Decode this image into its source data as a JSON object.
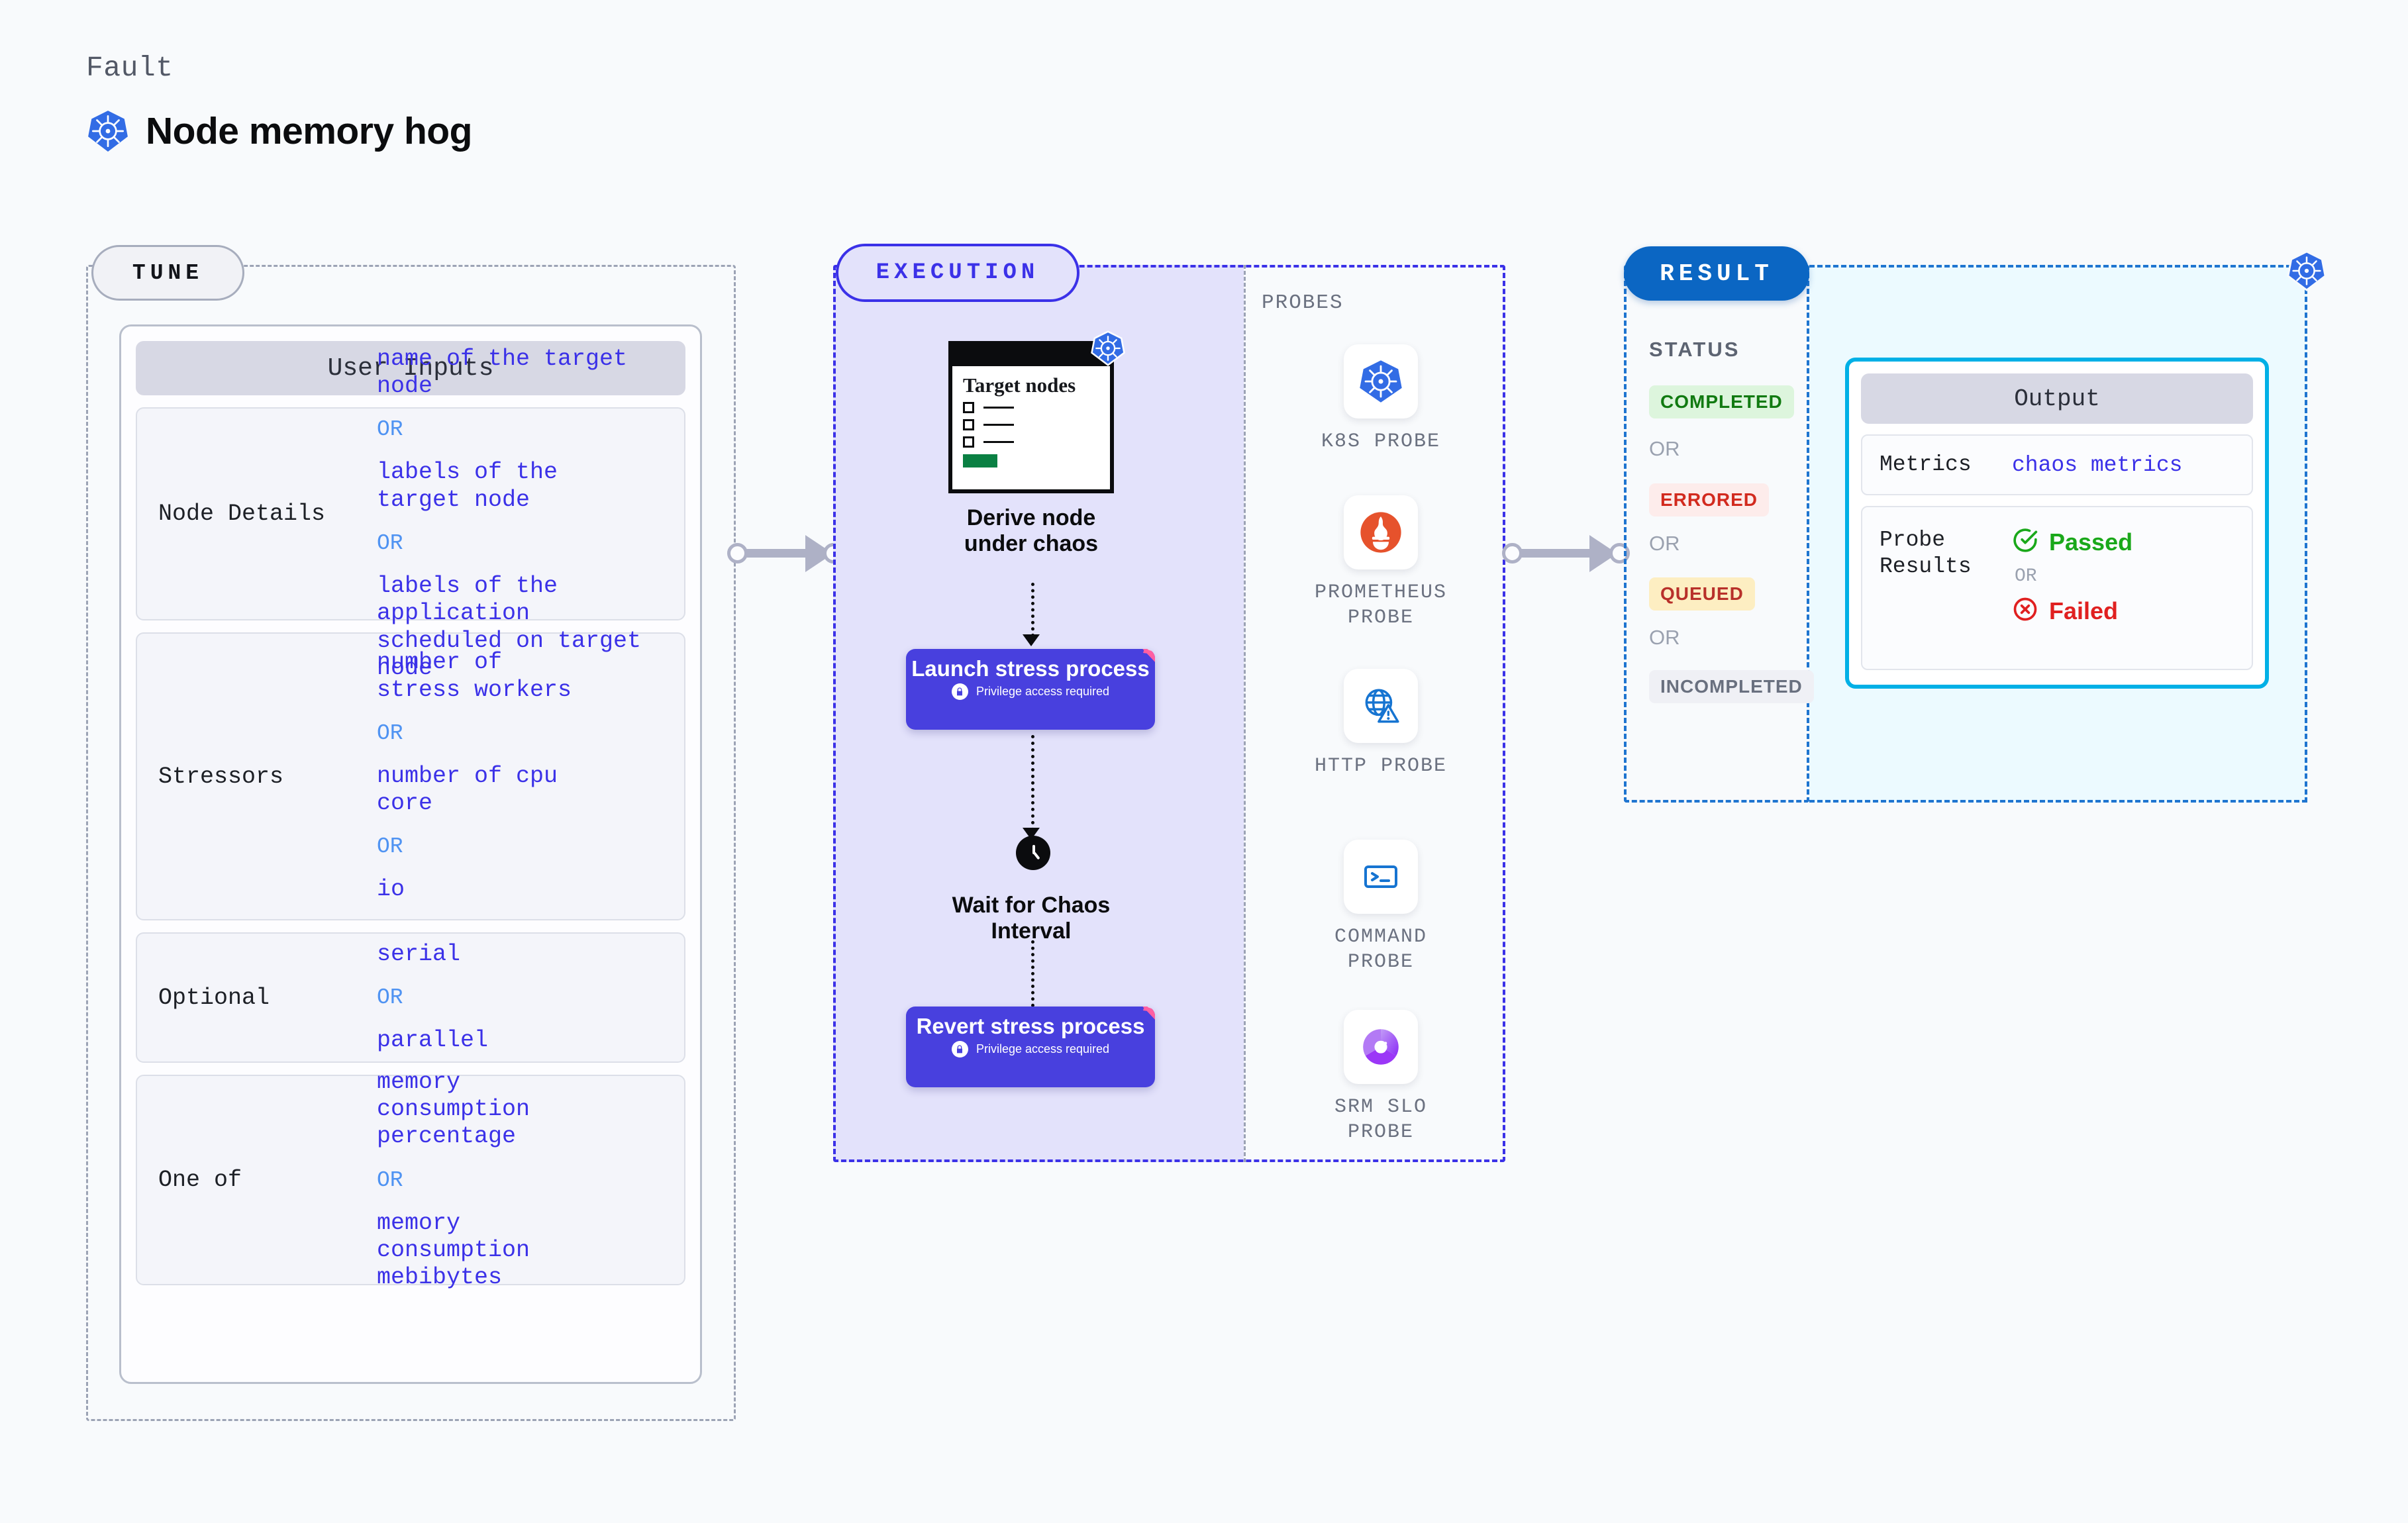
{
  "header": {
    "kicker": "Fault",
    "title": "Node memory hog",
    "icon": "kubernetes-icon"
  },
  "tune": {
    "tag": "TUNE",
    "card_title": "User Inputs",
    "rows": [
      {
        "key": "Node Details",
        "values": [
          "name of the target node",
          "labels of the target node",
          "labels of the application\n scheduled on target node"
        ],
        "or": "OR"
      },
      {
        "key": "Stressors",
        "values": [
          "number of stress workers",
          "number of cpu core",
          "io"
        ],
        "or": "OR"
      },
      {
        "key": "Optional",
        "values": [
          "serial",
          "parallel"
        ],
        "or": "OR"
      },
      {
        "key": "One of",
        "values": [
          "memory consumption percentage",
          "memory consumption mebibytes"
        ],
        "or": "OR"
      }
    ]
  },
  "execution": {
    "tag": "EXECUTION",
    "probes_label": "PROBES",
    "flow": {
      "derive": {
        "card_title": "Target nodes",
        "caption": "Derive node under chaos",
        "badge_icon": "kubernetes-icon"
      },
      "launch": {
        "title": "Launch stress process",
        "note": "Privilege access required",
        "lock_icon": "lock-icon",
        "ribbon_icon": "chaos-ribbon-icon"
      },
      "wait": {
        "caption": "Wait for Chaos Interval",
        "icon": "clock-icon"
      },
      "revert": {
        "title": "Revert stress process",
        "note": "Privilege access required",
        "lock_icon": "lock-icon",
        "ribbon_icon": "chaos-ribbon-icon"
      }
    },
    "probes": [
      {
        "name": "K8S PROBE",
        "icon": "kubernetes-icon"
      },
      {
        "name": "PROMETHEUS PROBE",
        "icon": "prometheus-icon"
      },
      {
        "name": "HTTP PROBE",
        "icon": "globe-warning-icon"
      },
      {
        "name": "COMMAND PROBE",
        "icon": "terminal-icon"
      },
      {
        "name": "SRM SLO PROBE",
        "icon": "srm-slo-icon"
      }
    ]
  },
  "result": {
    "tag": "RESULT",
    "status_label": "STATUS",
    "or": "OR",
    "statuses": [
      {
        "label": "COMPLETED",
        "bg": "#ddf5dd",
        "fg": "#117a11"
      },
      {
        "label": "ERRORED",
        "bg": "#fdeceb",
        "fg": "#d22a1e"
      },
      {
        "label": "QUEUED",
        "bg": "#fdeec2",
        "fg": "#b8302a"
      },
      {
        "label": "INCOMPLETED",
        "bg": "#eff0f5",
        "fg": "#69707f"
      }
    ],
    "badge_icon": "kubernetes-icon",
    "output": {
      "card_title": "Output",
      "metrics_key": "Metrics",
      "metrics_value": "chaos metrics",
      "probe_results_key": "Probe Results",
      "passed": "Passed",
      "failed": "Failed",
      "or": "OR",
      "passed_icon": "check-circle-icon",
      "failed_icon": "x-circle-icon"
    }
  },
  "colors": {
    "accent_indigo": "#3b31e8",
    "process_box": "#4840de",
    "result_blue": "#0b66c3",
    "output_cyan": "#00b0e6",
    "pass_green": "#1aa81a",
    "fail_red": "#e02020"
  }
}
